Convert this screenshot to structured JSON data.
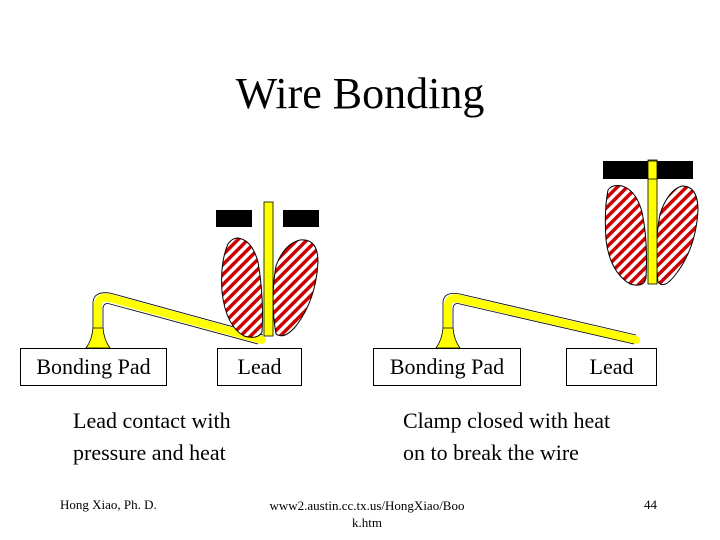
{
  "slide": {
    "title": "Wire Bonding",
    "left_panel": {
      "pad_label": "Bonding Pad",
      "lead_label": "Lead",
      "caption_line1": "Lead contact with",
      "caption_line2": "pressure and heat"
    },
    "right_panel": {
      "pad_label": "Bonding Pad",
      "lead_label": "Lead",
      "caption_line1": "Clamp closed with heat",
      "caption_line2": "on to break the wire"
    },
    "footer": {
      "author": "Hong Xiao, Ph. D.",
      "url_line1": "www2.austin.cc.tx.us/HongXiao/Boo",
      "url_line2": "k.htm",
      "page_number": "44"
    }
  },
  "colors": {
    "wire": "#ffff00",
    "hatch": "#cc0000",
    "clamp": "#000000"
  }
}
